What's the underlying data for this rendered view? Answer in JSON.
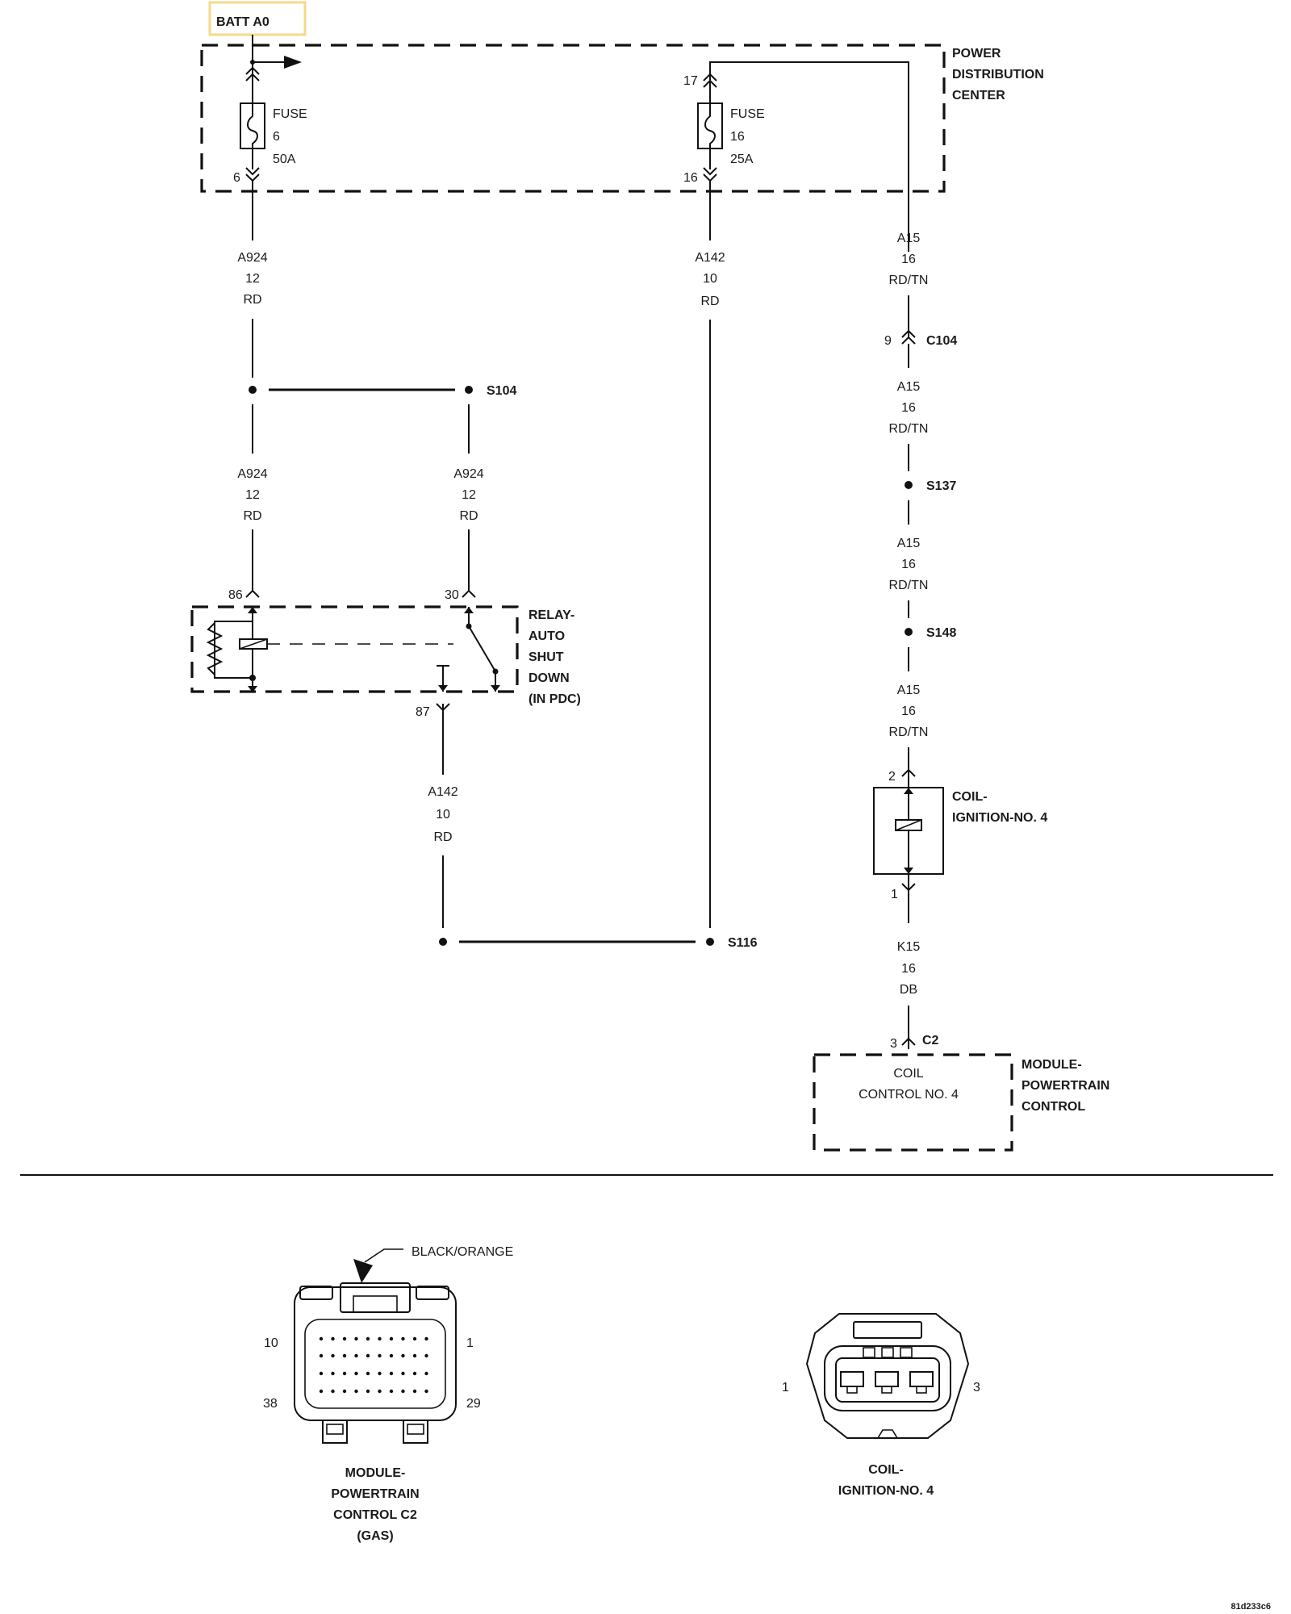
{
  "labels": {
    "batt": "BATT A0",
    "pdc": [
      "POWER",
      "DISTRIBUTION",
      "CENTER"
    ],
    "fuse6": {
      "name": "FUSE",
      "num": "6",
      "amp": "50A",
      "pin_bottom": "6"
    },
    "fuse16": {
      "name": "FUSE",
      "num": "16",
      "amp": "25A",
      "pin_top": "17",
      "pin_bottom": "16"
    },
    "wire_a924": [
      "A924",
      "12",
      "RD"
    ],
    "wire_a142": [
      "A142",
      "10",
      "RD"
    ],
    "wire_a15": [
      "A15",
      "16",
      "RD/TN"
    ],
    "wire_k15": [
      "K15",
      "16",
      "DB"
    ],
    "splice_s104": "S104",
    "splice_s137": "S137",
    "splice_s148": "S148",
    "splice_s116": "S116",
    "c104_pin": "9",
    "c104": "C104",
    "relay_pins": {
      "p86": "86",
      "p30": "30",
      "p87": "87"
    },
    "relay": [
      "RELAY-",
      "AUTO",
      "SHUT",
      "DOWN",
      "(IN PDC)"
    ],
    "coil_pins": {
      "p2": "2",
      "p1": "1"
    },
    "coil": [
      "COIL-",
      "IGNITION-NO. 4"
    ],
    "c2_pin": "3",
    "c2": "C2",
    "pcm_inner": [
      "COIL",
      "CONTROL NO. 4"
    ],
    "pcm": [
      "MODULE-",
      "POWERTRAIN",
      "CONTROL"
    ],
    "conn_pcm_color": "BLACK/ORANGE",
    "conn_pcm_pins": {
      "p10": "10",
      "p1": "1",
      "p38": "38",
      "p29": "29"
    },
    "conn_pcm_title": [
      "MODULE-",
      "POWERTRAIN",
      "CONTROL C2",
      "(GAS)"
    ],
    "conn_coil_pins": {
      "p1": "1",
      "p3": "3"
    },
    "conn_coil_title": [
      "COIL-",
      "IGNITION-NO. 4"
    ],
    "ref_code": "81d233c6"
  },
  "colors": {
    "line": "#111111",
    "highlight_box": "#f5d98a"
  }
}
